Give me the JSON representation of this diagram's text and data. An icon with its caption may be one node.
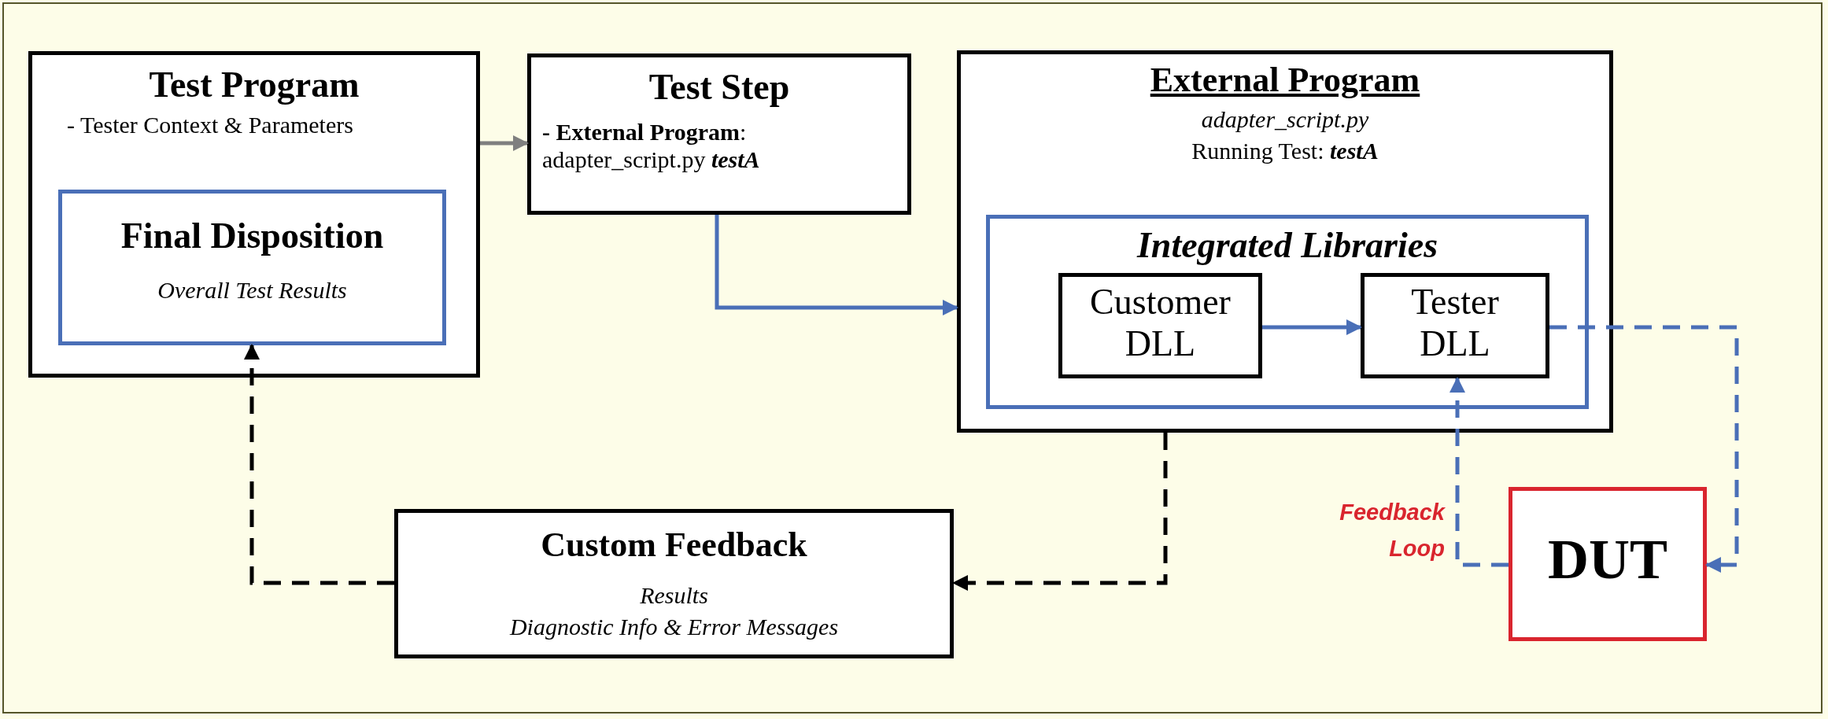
{
  "diagram": {
    "nodes": [
      {
        "text": [
          "Test Program",
          "- Tester Context & Parameters"
        ]
      },
      {
        "text": [
          "Final Disposition",
          "Overall Test Results"
        ],
        "in": 0
      },
      {
        "text": [
          "Test Step",
          "**- External Program**: adapter_script.py **testA**"
        ]
      },
      {
        "text": [
          "External Program",
          "adapter_script.py",
          "Running Test: **testA**"
        ]
      },
      {
        "text": [
          "Integrated Libraries"
        ],
        "in": 3
      },
      {
        "text": [
          "Customer DLL"
        ],
        "in": 4
      },
      {
        "text": [
          "Tester DLL"
        ],
        "in": 4
      },
      {
        "text": [
          "Custom Feedback",
          "Results",
          "Diagnostic Info & Error Messages"
        ]
      },
      {
        "text": [
          "DUT"
        ]
      }
    ],
    "edges": [
      {
        "from": 0,
        "to": 2,
        "arrow": "to",
        "color": "#7f7f7f"
      },
      {
        "from": 2,
        "to": 3,
        "arrow": "to"
      },
      {
        "from": 5,
        "to": 6,
        "arrow": "to"
      },
      {
        "from": 6,
        "to": 8,
        "arrow": "to",
        "style": "dashed"
      },
      {
        "from": 8,
        "to": 6,
        "arrow": "to",
        "style": "dashed",
        "label": "Feedback Loop"
      },
      {
        "from": 3,
        "to": 7,
        "arrow": "to",
        "style": "dashed",
        "color": "#000000"
      },
      {
        "from": 7,
        "to": 1,
        "arrow": "to",
        "style": "dashed",
        "color": "#000000"
      }
    ]
  }
}
